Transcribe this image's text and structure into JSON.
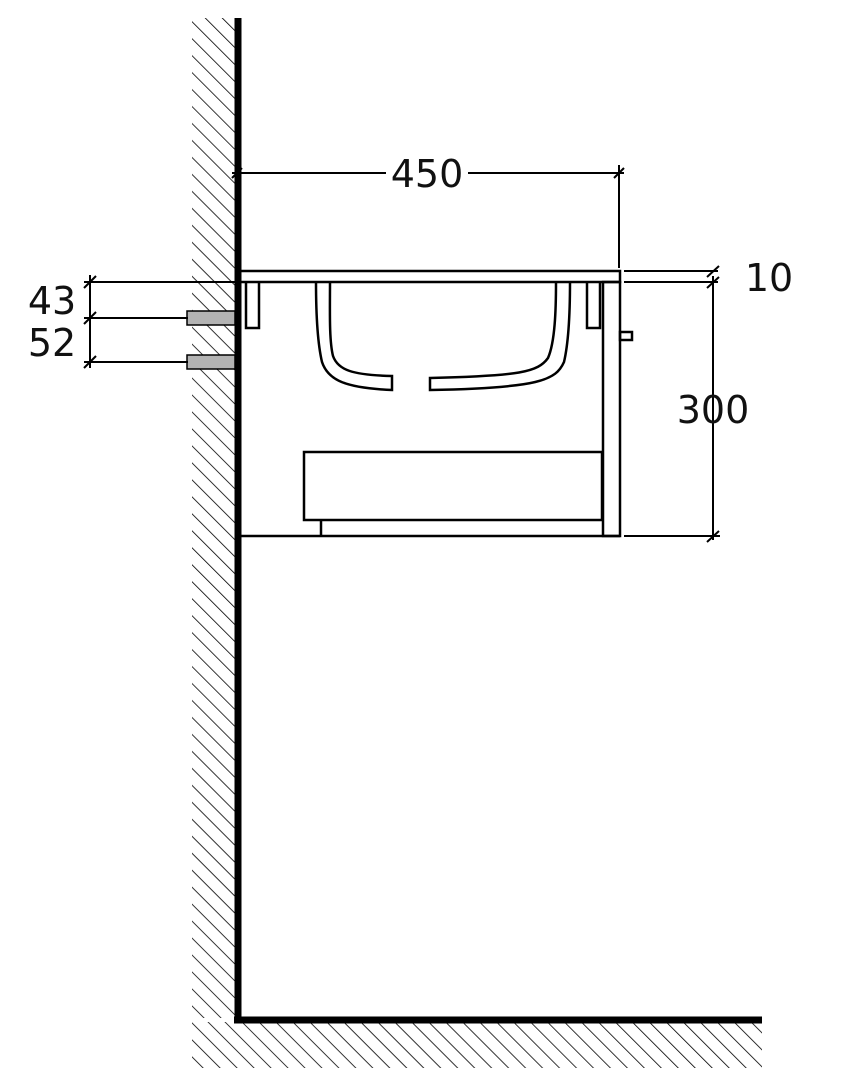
{
  "diagram": {
    "type": "technical-drawing",
    "view": "side-section",
    "subject": "wall-hung washbasin with vanity unit",
    "dimensions": {
      "depth": "450",
      "top_thickness": "10",
      "unit_height": "300",
      "pipe_offset_top": "43",
      "pipe_spacing": "52"
    },
    "colors": {
      "ink": "#000000",
      "pipe_fill": "#b3b3b3",
      "background": "#ffffff"
    }
  }
}
